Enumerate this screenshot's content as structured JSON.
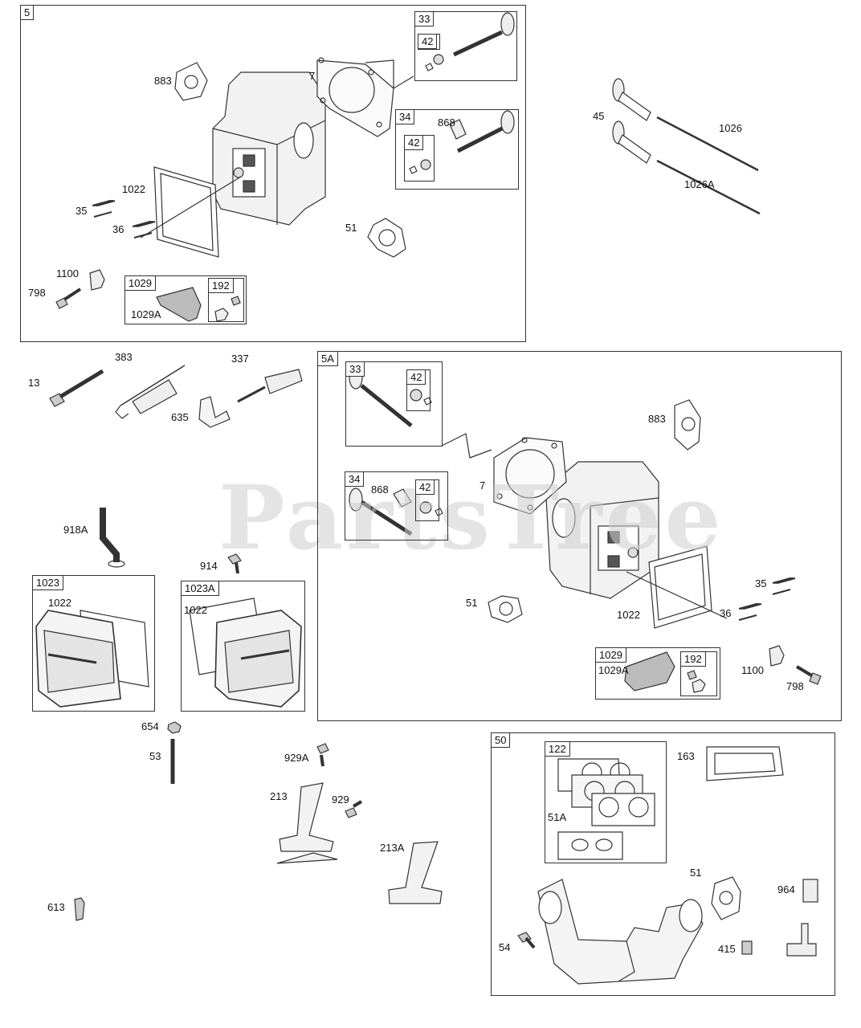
{
  "watermark": "PartsTree",
  "groups": [
    {
      "id": "g5",
      "tag": "5",
      "labels": [
        "883",
        "7",
        "33",
        "42",
        "34",
        "868",
        "42",
        "1022",
        "35",
        "36",
        "51",
        "1100",
        "798",
        "1029",
        "192",
        "1029A"
      ]
    },
    {
      "id": "g-loose-top",
      "labels": [
        "45",
        "1026",
        "1026A"
      ]
    },
    {
      "id": "g-loose-mid",
      "labels": [
        "13",
        "383",
        "337",
        "635",
        "918A",
        "914"
      ]
    },
    {
      "id": "g1023",
      "tag": "1023",
      "labels": [
        "1022"
      ]
    },
    {
      "id": "g1023a",
      "tag": "1023A",
      "labels": [
        "1022"
      ]
    },
    {
      "id": "g5a",
      "tag": "5A",
      "labels": [
        "33",
        "42",
        "883",
        "34",
        "868",
        "42",
        "7",
        "51",
        "1022",
        "35",
        "36",
        "1029",
        "192",
        "1029A",
        "1100",
        "798"
      ]
    },
    {
      "id": "g-loose-bottom",
      "labels": [
        "654",
        "53",
        "929A",
        "213",
        "929",
        "213A",
        "613"
      ]
    },
    {
      "id": "g50",
      "tag": "50",
      "labels": [
        "122",
        "163",
        "51A",
        "51",
        "964",
        "54",
        "415"
      ]
    }
  ]
}
